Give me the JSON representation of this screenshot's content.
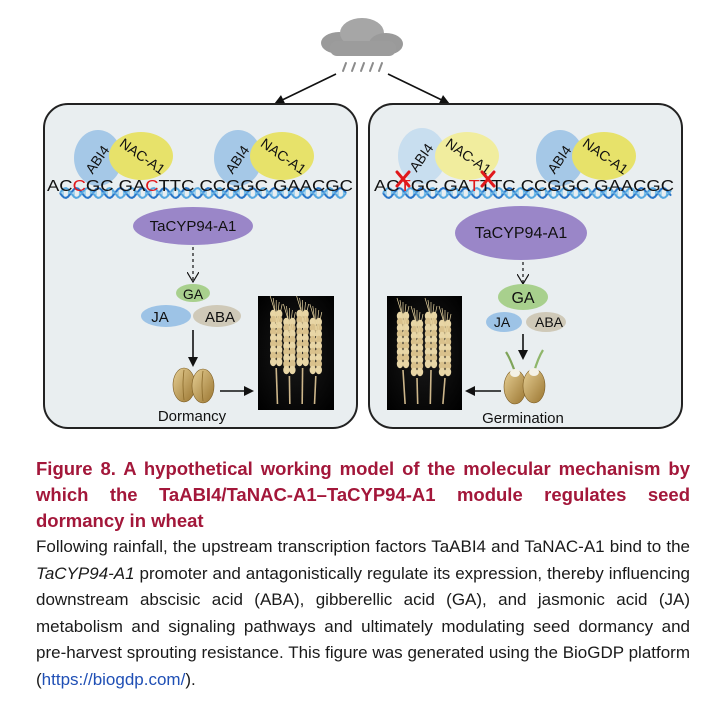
{
  "figure": {
    "left_panel": {
      "seq_parts": [
        {
          "t": "AC",
          "red": false
        },
        {
          "t": "C",
          "red": true
        },
        {
          "t": "GC GA",
          "red": false
        },
        {
          "t": "C",
          "red": true
        },
        {
          "t": "TTC CCGGC GAACGC",
          "red": false
        }
      ],
      "complex1": {
        "abi4": "ABI4",
        "nac": "NAC-A1"
      },
      "complex2": {
        "abi4": "ABI4",
        "nac": "NAC-A1"
      },
      "gene": "TaCYP94-A1",
      "ga": "GA",
      "ja": "JA",
      "aba": "ABA",
      "outcome": "Dormancy"
    },
    "right_panel": {
      "seq_parts": [
        {
          "t": "AC",
          "red": false
        },
        {
          "t": "T",
          "red": true
        },
        {
          "t": "GC GA",
          "red": false
        },
        {
          "t": "T",
          "red": true
        },
        {
          "t": "TTC CCGGC GAACGC",
          "red": false
        }
      ],
      "complex1": {
        "abi4": "ABI4",
        "nac": "NAC-A1"
      },
      "complex2": {
        "abi4": "ABI4",
        "nac": "NAC-A1"
      },
      "gene": "TaCYP94-A1",
      "ga": "GA",
      "ja": "JA",
      "aba": "ABA",
      "outcome": "Germination"
    }
  },
  "caption": {
    "title": "Figure 8. A hypothetical working model of the molecular mechanism by which the TaABI4/TaNAC-A1–TaCYP94-A1 module regulates seed dormancy in wheat",
    "body_part1": "Following rainfall, the upstream transcription factors TaABI4 and TaNAC-A1 bind to the ",
    "body_italic": "TaCYP94-A1",
    "body_part2": " promoter and antagonistically regulate its expression, thereby influencing downstream abscisic acid (ABA), gibberellic acid (GA), and jasmonic acid (JA) metabolism and signaling pathways and ultimately modulating seed dormancy and pre-harvest sprouting resistance. This figure was generated using the BioGDP platform (",
    "link": "https://biogdp.com/",
    "body_part3": ")."
  }
}
